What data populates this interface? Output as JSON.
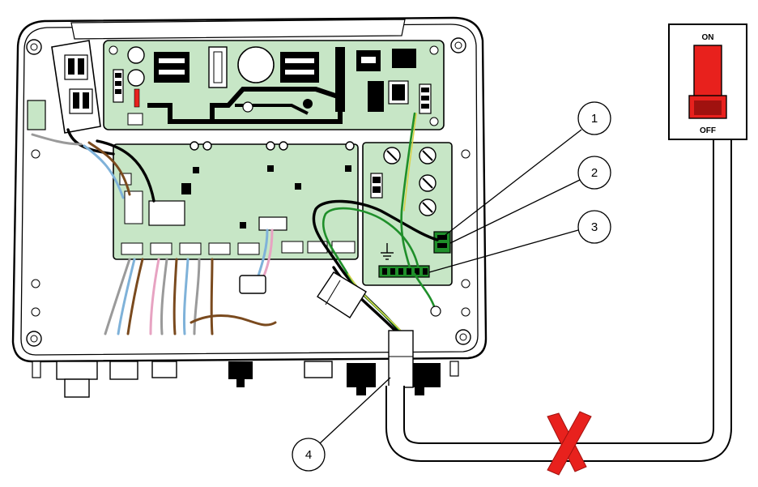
{
  "callouts": [
    {
      "id": "1",
      "label": "1"
    },
    {
      "id": "2",
      "label": "2"
    },
    {
      "id": "3",
      "label": "3"
    },
    {
      "id": "4",
      "label": "4"
    }
  ],
  "switch": {
    "on_label": "ON",
    "off_label": "OFF",
    "rocker_color": "#e8211d",
    "rocker_dark": "#a0120f"
  },
  "colors": {
    "pcb_green": "#c7e6c6",
    "wire_green": "#1f8f2a",
    "wire_yellow": "#d9d34a",
    "cross_red": "#e8211d"
  }
}
